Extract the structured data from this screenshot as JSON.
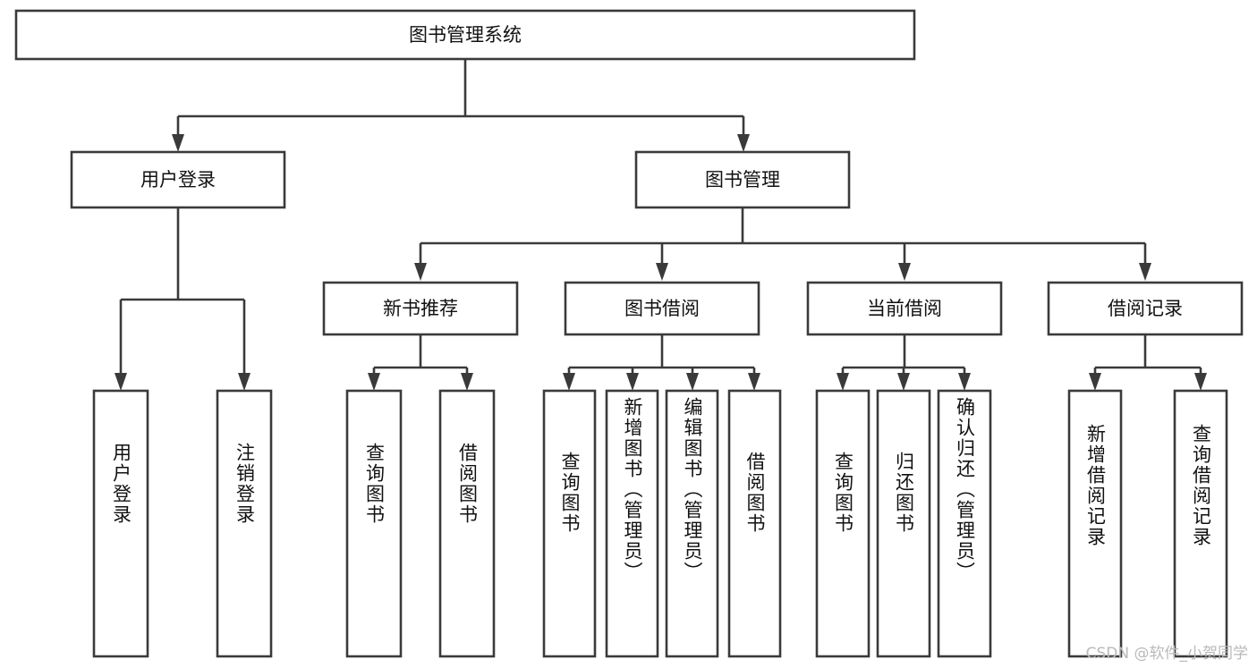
{
  "diagram": {
    "type": "tree",
    "title": "图书管理系统",
    "orientation": "top-down",
    "colors": {
      "stroke": "#3a3a3a",
      "box_fill": "#ffffff",
      "text": "#111111",
      "background": "#ffffff",
      "watermark": "#b9b9b9"
    },
    "root": {
      "label": "图书管理系统",
      "level": 1
    },
    "level2": [
      {
        "label": "用户登录"
      },
      {
        "label": "图书管理"
      }
    ],
    "level3": [
      {
        "label": "新书推荐"
      },
      {
        "label": "图书借阅"
      },
      {
        "label": "当前借阅"
      },
      {
        "label": "借阅记录"
      }
    ],
    "leaves": {
      "user_login": [
        {
          "label": "用户登录"
        },
        {
          "label": "注销登录"
        }
      ],
      "new_book_recommend": [
        {
          "label": "查询图书"
        },
        {
          "label": "借阅图书"
        }
      ],
      "book_borrow": [
        {
          "label": "查询图书"
        },
        {
          "label": "新增图书（管理员）"
        },
        {
          "label": "编辑图书（管理员）"
        },
        {
          "label": "借阅图书"
        }
      ],
      "current_borrow": [
        {
          "label": "查询图书"
        },
        {
          "label": "归还图书"
        },
        {
          "label": "确认归还（管理员）"
        }
      ],
      "borrow_record": [
        {
          "label": "新增借阅记录"
        },
        {
          "label": "查询借阅记录"
        }
      ]
    }
  },
  "watermark": {
    "text": "CSDN @软件_小贺同学"
  }
}
